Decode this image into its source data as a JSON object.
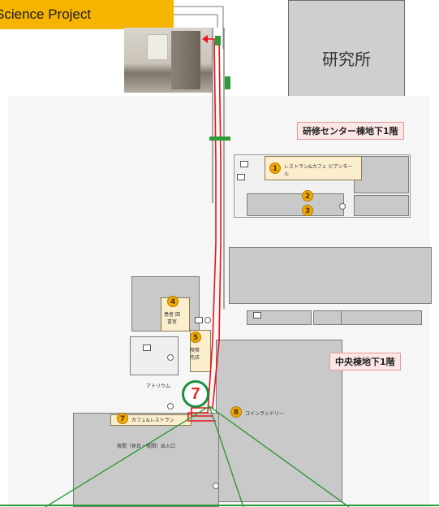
{
  "banner": {
    "text": "Science Project"
  },
  "building_label": "研究所",
  "floor_labels": {
    "training_center": "研修センター棟地下1階",
    "central": "中央棟地下1階"
  },
  "markers": [
    {
      "id": "1",
      "label": "レストラン&カフェ ピアンモール"
    },
    {
      "id": "2",
      "label": ""
    },
    {
      "id": "3",
      "label": ""
    },
    {
      "id": "4",
      "label": "患者 図書室"
    },
    {
      "id": "5",
      "label": "喫茶 売店"
    },
    {
      "id": "7",
      "label": "カフェ&レストラン"
    },
    {
      "id": "8",
      "label": "コインランドリー"
    }
  ],
  "labels": {
    "atrium": "アトリウム",
    "seven": "7",
    "entrance_note": "夜間（休日・夜間）出入口"
  },
  "colors": {
    "route": "#e8141c",
    "accent_green": "#2e9a3a",
    "banner_bg": "#f5b400",
    "shop_fill": "#fbeecd",
    "marker": "#f2a900"
  }
}
